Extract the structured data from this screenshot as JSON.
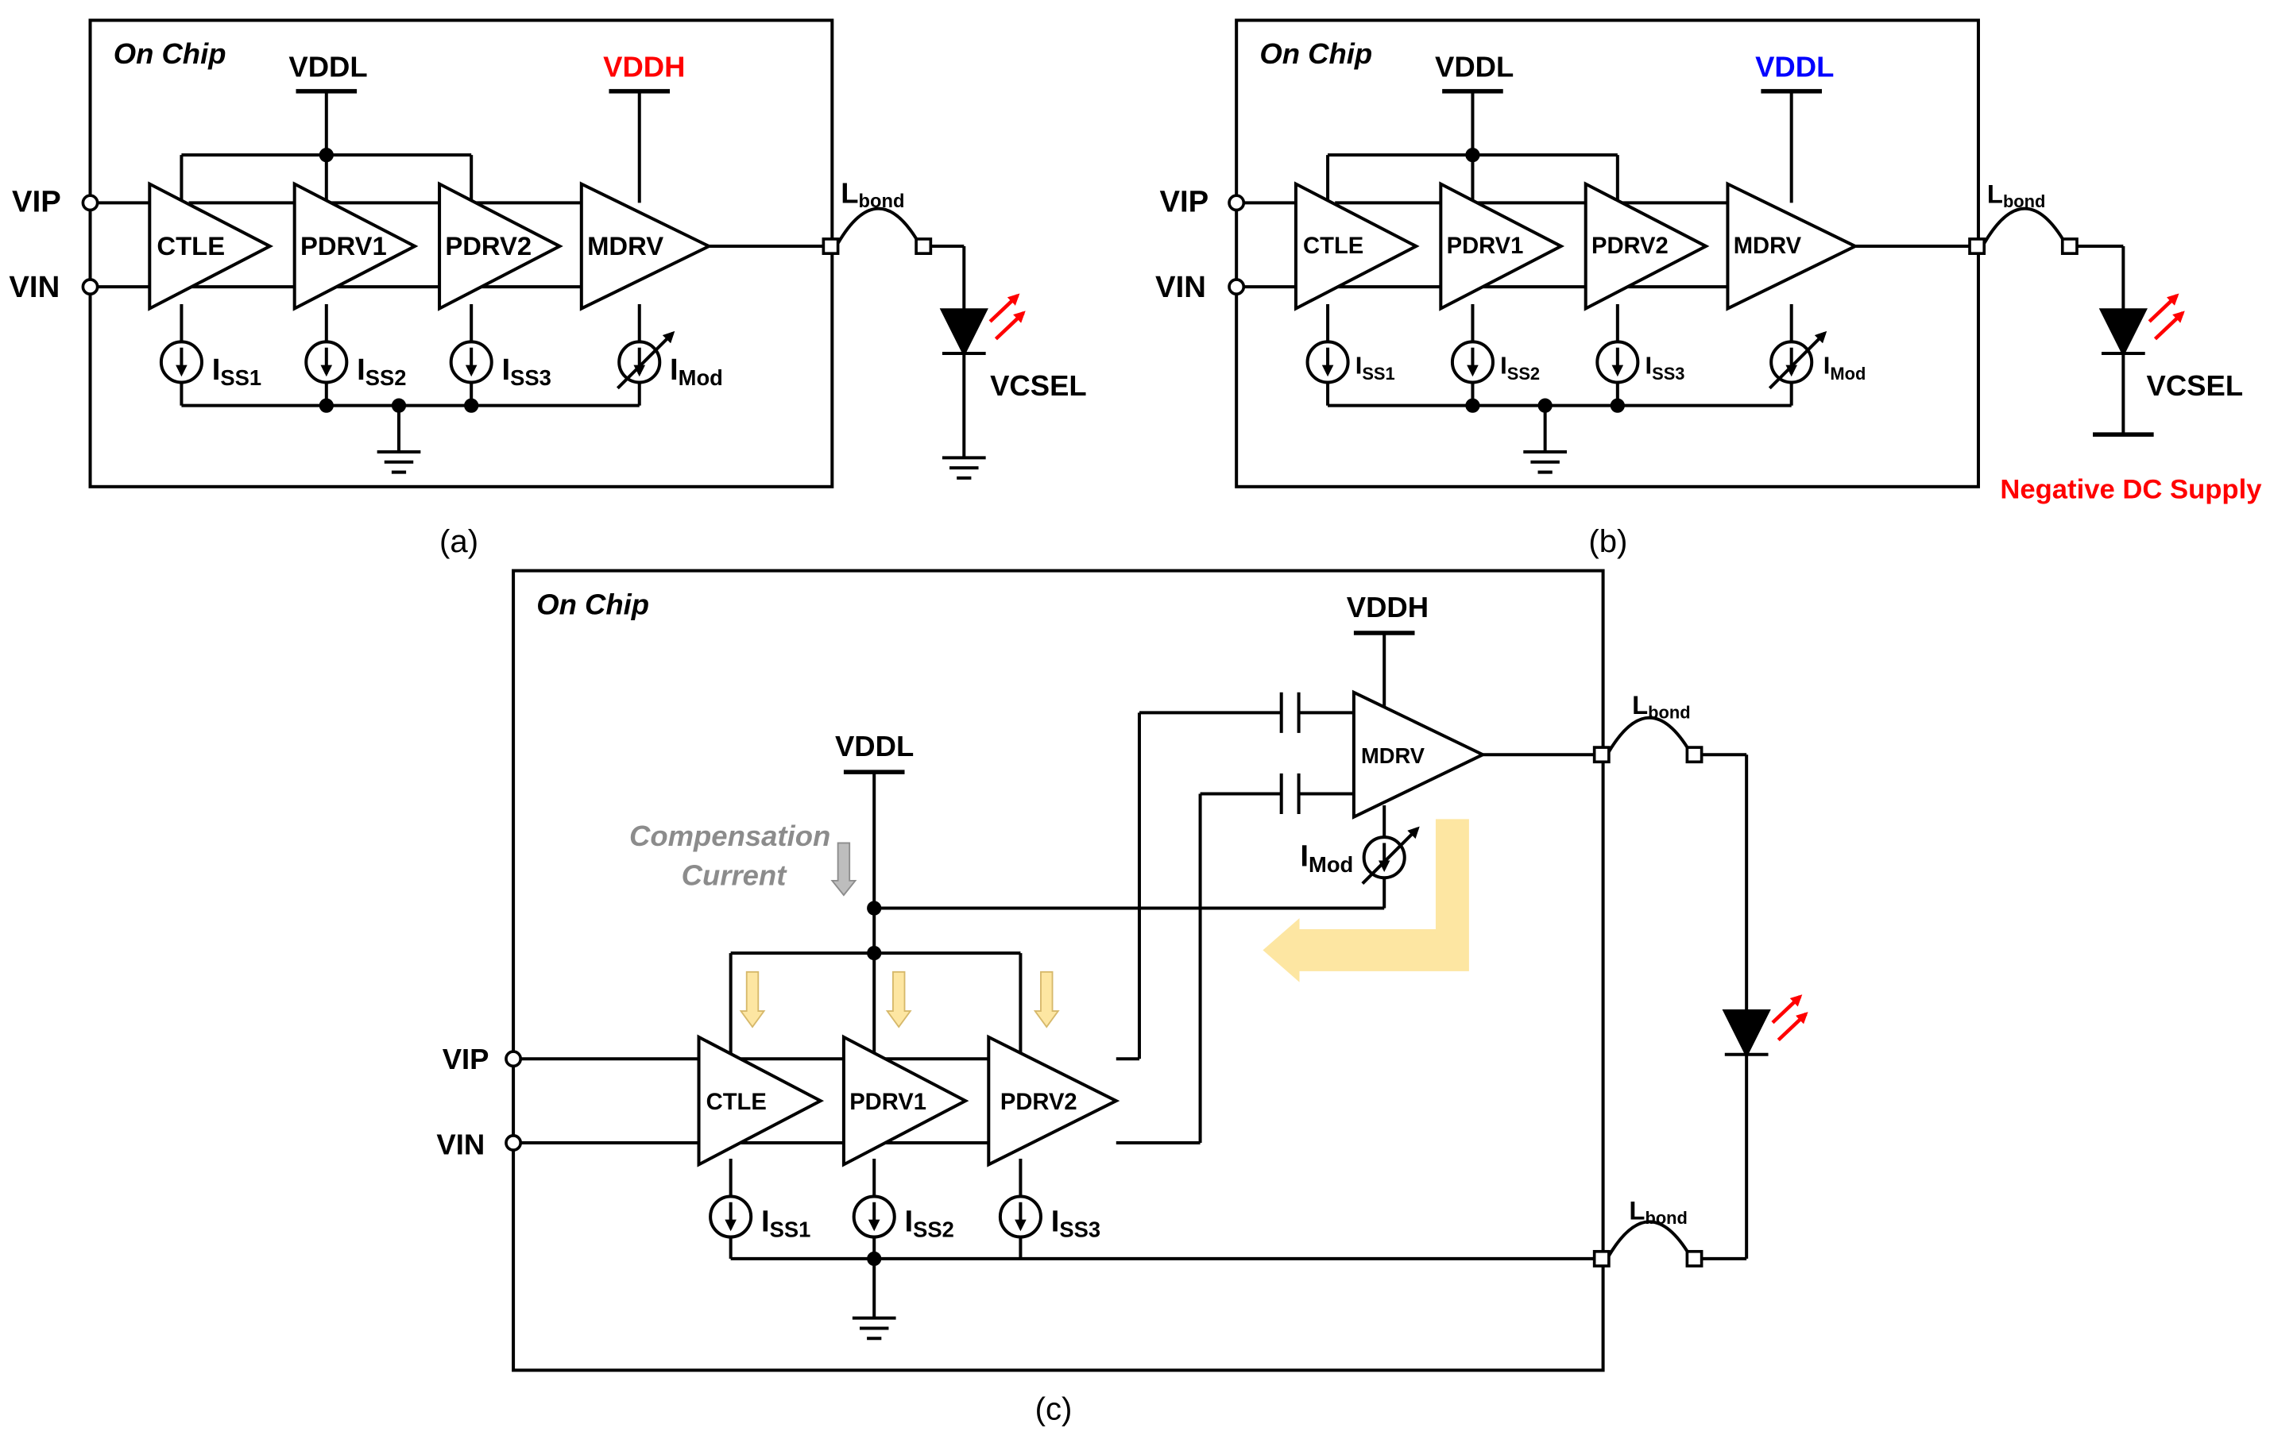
{
  "colors": {
    "line": "#000000",
    "red": "#ff0000",
    "blue": "#0000ff",
    "gray": "#8c8c8c",
    "arrow_fill": "#fde6a2"
  },
  "on_chip": "On Chip",
  "vip": "VIP",
  "vin": "VIN",
  "vddl": "VDDL",
  "vddh": "VDDH",
  "ctle": "CTLE",
  "pdrv1": "PDRV1",
  "pdrv2": "PDRV2",
  "mdrv": "MDRV",
  "vcsel": "VCSEL",
  "iss": [
    {
      "main": "I",
      "sub": "SS1"
    },
    {
      "main": "I",
      "sub": "SS2"
    },
    {
      "main": "I",
      "sub": "SS3"
    }
  ],
  "imod": {
    "main": "I",
    "sub": "Mod"
  },
  "lbond": {
    "main": "L",
    "sub": "bond"
  },
  "panel_a": {
    "label": "(a)",
    "supply_right": "VDDH"
  },
  "panel_b": {
    "label": "(b)",
    "supply_right": "VDDL",
    "negative_supply": "Negative DC Supply"
  },
  "panel_c": {
    "label": "(c)",
    "compensation_1": "Compensation",
    "compensation_2": "Current"
  }
}
